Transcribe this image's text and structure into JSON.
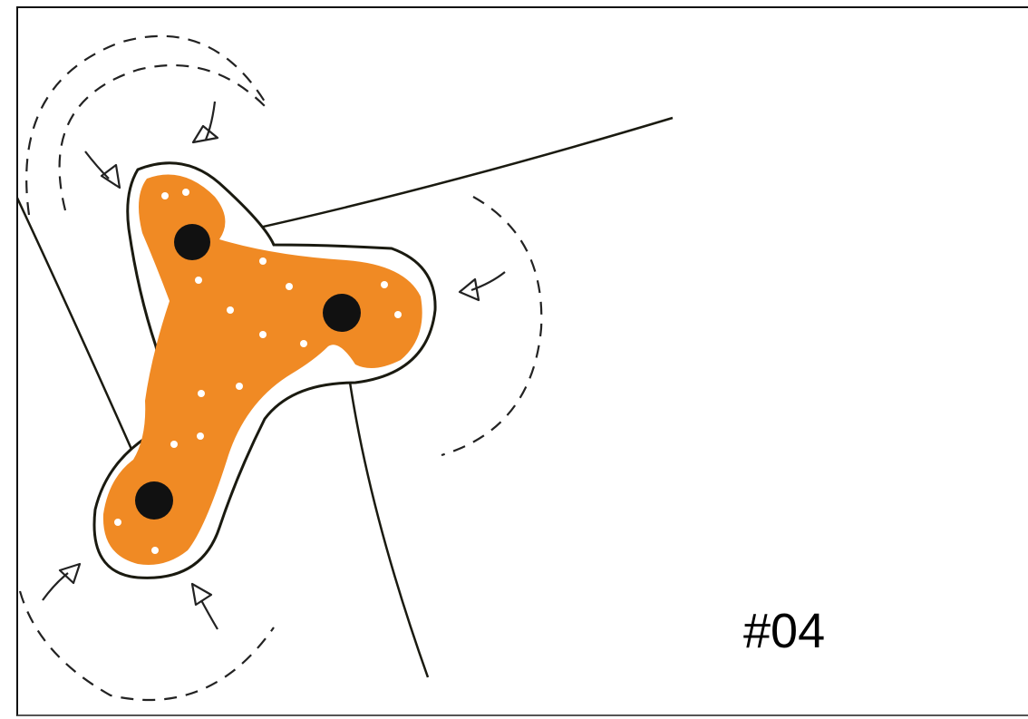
{
  "label": "#04",
  "colors": {
    "fill": "#f08a24",
    "stroke": "#1a1a10",
    "dot": "#ffffff",
    "anchor": "#111111"
  },
  "icons": [
    "outline-blob",
    "orange-fill",
    "anchor-dot",
    "dashed-arc",
    "inward-arrow",
    "tension-line"
  ]
}
